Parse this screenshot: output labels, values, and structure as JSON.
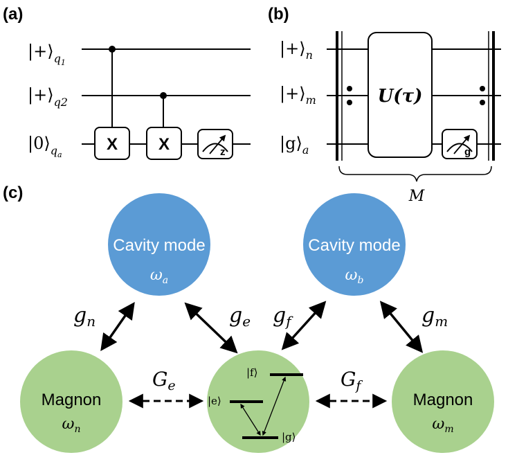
{
  "panel_a": {
    "label": "(a)",
    "qubits": [
      {
        "ket": "|+⟩",
        "sub": "q",
        "sub2": "1"
      },
      {
        "ket": "|+⟩",
        "sub": "q2",
        "sub2": ""
      },
      {
        "ket": "|0⟩",
        "sub": "q",
        "sub2": "a"
      }
    ],
    "gates": [
      "X",
      "X"
    ],
    "measure_label": "z"
  },
  "panel_b": {
    "label": "(b)",
    "qubits": [
      {
        "ket": "|+⟩",
        "sub": "n"
      },
      {
        "ket": "|+⟩",
        "sub": "m"
      },
      {
        "ket": "|g⟩",
        "sub": "a"
      }
    ],
    "unitary": "U(τ)",
    "measure_label": "g",
    "repeat_label": "M"
  },
  "panel_c": {
    "label": "(c)",
    "cavity_left": {
      "title": "Cavity mode",
      "freq": "ω",
      "freq_sub": "a"
    },
    "cavity_right": {
      "title": "Cavity mode",
      "freq": "ω",
      "freq_sub": "b"
    },
    "magnon_left": {
      "title": "Magnon",
      "freq": "ω",
      "freq_sub": "n"
    },
    "magnon_right": {
      "title": "Magnon",
      "freq": "ω",
      "freq_sub": "m"
    },
    "couplings": {
      "gn": {
        "sym": "g",
        "sub": "n"
      },
      "ge": {
        "sym": "g",
        "sub": "e"
      },
      "gf": {
        "sym": "g",
        "sub": "f"
      },
      "gm": {
        "sym": "g",
        "sub": "m"
      },
      "Ge": {
        "sym": "G",
        "sub": "e"
      },
      "Gf": {
        "sym": "G",
        "sub": "f"
      }
    },
    "levels": {
      "f": "|f⟩",
      "e": "|e⟩",
      "g": "|g⟩"
    },
    "colors": {
      "cavity": "#5B9BD5",
      "magnon": "#A9D18E"
    }
  }
}
